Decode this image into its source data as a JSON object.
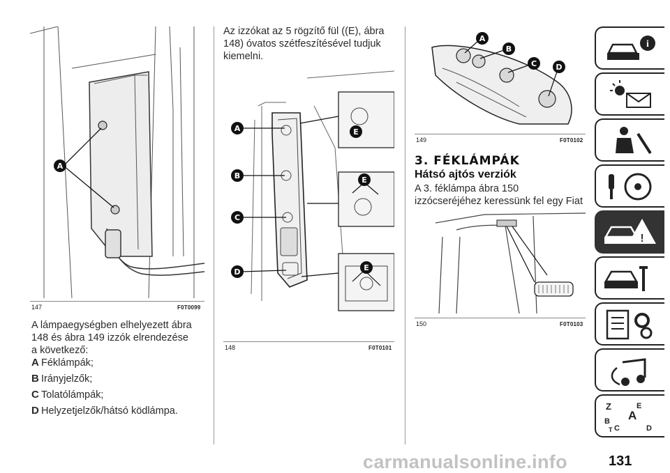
{
  "figures": {
    "fig147": {
      "number": "147",
      "code": "F0T0099",
      "callouts": [
        "A"
      ]
    },
    "fig148": {
      "number": "148",
      "code": "F0T0101",
      "callouts": [
        "A",
        "B",
        "C",
        "D",
        "E",
        "E",
        "E"
      ]
    },
    "fig149": {
      "number": "149",
      "code": "F0T0102",
      "callouts": [
        "A",
        "B",
        "C",
        "D"
      ]
    },
    "fig150": {
      "number": "150",
      "code": "F0T0103"
    }
  },
  "col1": {
    "intro": "A lámpaegységben elhelyezett ábra 148 és ábra 149 izzók elrendezése a következő:",
    "items": [
      {
        "letter": "A",
        "text": "Féklámpák;"
      },
      {
        "letter": "B",
        "text": "Irányjelzők;"
      },
      {
        "letter": "C",
        "text": "Tolatólámpák;"
      },
      {
        "letter": "D",
        "text": "Helyzetjelzők/hátsó ködlámpa."
      }
    ]
  },
  "col2": {
    "intro": "Az izzókat az 5 rögzítő fül ((E), ábra 148) óvatos szétfeszítésével tudjuk kiemelni."
  },
  "col3": {
    "section_title": "3. FÉKLÁMPÁK",
    "subsection_title": "Hátsó ajtós verziók",
    "body": "A 3. féklámpa ábra 150 izzócseréjéhez keressünk fel egy Fiat márkaszervizt."
  },
  "sidebar": {
    "tabs": [
      {
        "icon": "car-info-icon",
        "active": false
      },
      {
        "icon": "warning-lights-icon",
        "active": false
      },
      {
        "icon": "seat-safety-icon",
        "active": false
      },
      {
        "icon": "key-steering-wheel-icon",
        "active": false
      },
      {
        "icon": "emergency-icon",
        "active": true
      },
      {
        "icon": "car-maintenance-icon",
        "active": false
      },
      {
        "icon": "technical-data-icon",
        "active": false
      },
      {
        "icon": "multimedia-icon",
        "active": false
      },
      {
        "icon": "index-icon",
        "active": false
      }
    ],
    "index_letters": [
      "Z",
      "E",
      "A",
      "B",
      "C",
      "T",
      "D"
    ]
  },
  "page_number": "131",
  "watermark": "carmanualsonline.info",
  "colors": {
    "active_tab": "#333333",
    "watermark": "#b8b8b8"
  }
}
